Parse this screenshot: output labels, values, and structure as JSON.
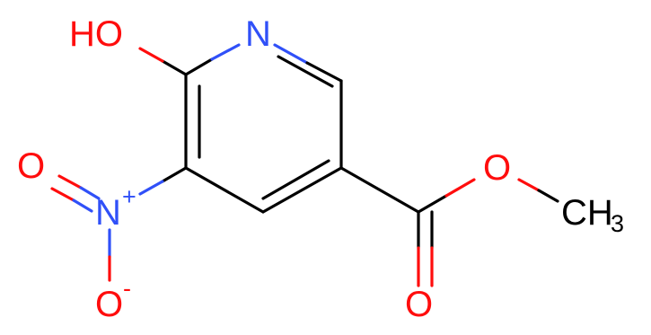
{
  "molecule": {
    "atoms": {
      "hydroxyl": "HO",
      "ring_nitrogen": "N",
      "nitro_oxygen_top": "O",
      "nitro_nitrogen": "N",
      "nitro_nitrogen_charge": "+",
      "nitro_oxygen_bottom": "O",
      "nitro_oxygen_bottom_charge": "-",
      "carbonyl_oxygen": "O",
      "ester_oxygen": "O",
      "methyl": "CH",
      "methyl_subscript": "3"
    },
    "colors": {
      "carbon_bonds": "#000000",
      "oxygen": "#ff0d0d",
      "nitrogen": "#3050f8",
      "background": "#ffffff"
    }
  }
}
